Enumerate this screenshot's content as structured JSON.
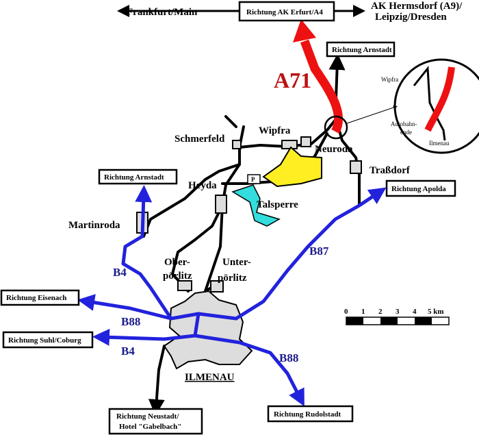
{
  "top": {
    "center_box": "Richtung AK Erfurt/A4",
    "left": "Frankfurt/Main",
    "right_line1": "AK Hermsdorf (A9)/",
    "right_line2": "Leipzig/Dresden"
  },
  "motorway": {
    "name": "A71",
    "color": "#ee1111"
  },
  "inset": {
    "wipfra": "Wipfra",
    "end_line1": "Autobahn-",
    "end_line2": "ende",
    "ilmenau": "Ilmenau"
  },
  "places": {
    "wipfra": "Wipfra",
    "schmerfeld": "Schmerfeld",
    "neuroda": "Neuroda",
    "trassdorf": "Traßdorf",
    "heyda": "Heyda",
    "talsperre": "Talsperre",
    "martinroda": "Martinroda",
    "oberpoerlitz_1": "Ober-",
    "oberpoerlitz_2": "pörlitz",
    "unterpoerlitz_1": "Unter-",
    "unterpoerlitz_2": "pörlitz",
    "ilmenau": "ILMENAU",
    "parking": "P"
  },
  "directions": {
    "arnstadt_ne": "Richtung Arnstadt",
    "arnstadt_w": "Richtung Arnstadt",
    "apolda": "Richtung Apolda",
    "eisenach": "Richtung Eisenach",
    "suhl": "Richtung Suhl/Coburg",
    "neustadt_1": "Richtung Neustadt/",
    "neustadt_2": "Hotel \"Gabelbach\"",
    "rudolstadt": "Richtung Rudolstadt"
  },
  "roads": {
    "b87": "B87",
    "b4_north": "B4",
    "b88_west": "B88",
    "b4_south": "B4",
    "b88_south": "B88",
    "color": "#2222dd"
  },
  "scale": {
    "ticks": [
      "0",
      "1",
      "2",
      "3",
      "4",
      "5 km"
    ]
  }
}
